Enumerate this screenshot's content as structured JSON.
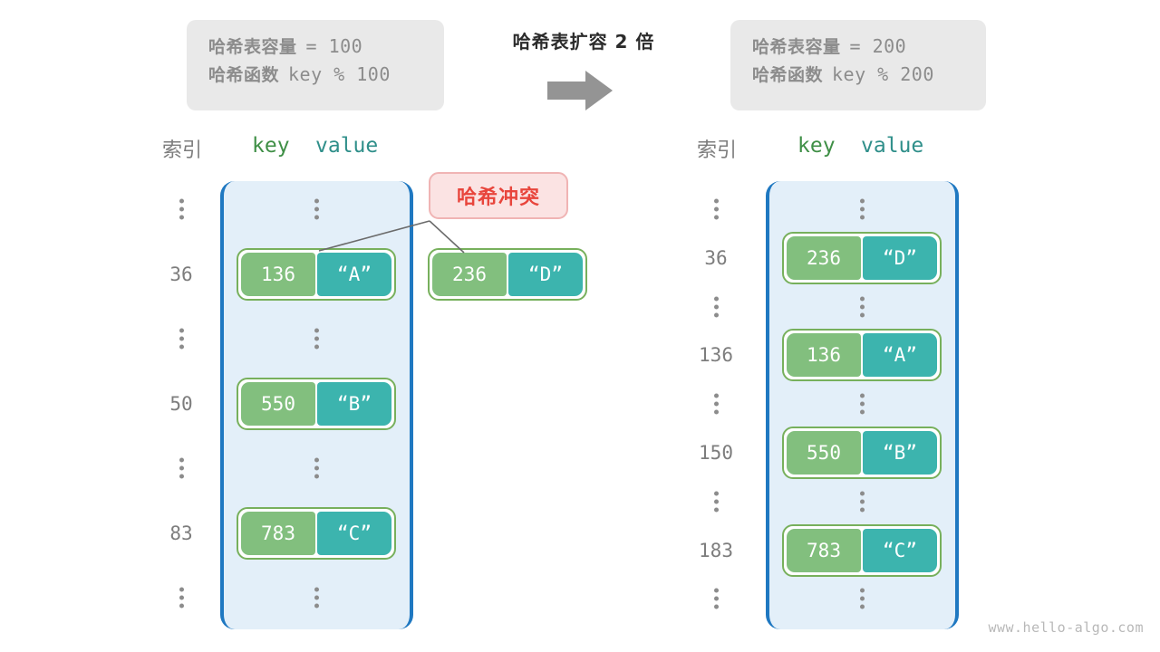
{
  "info_left": {
    "capacity_label": "哈希表容量",
    "capacity_value": "= 100",
    "function_label": "哈希函数",
    "function_value": "key % 100"
  },
  "info_right": {
    "capacity_label": "哈希表容量",
    "capacity_value": "= 200",
    "function_label": "哈希函数",
    "function_value": "key % 200"
  },
  "center": {
    "caption": "哈希表扩容 2 倍",
    "arrow_icon": "right-arrow-icon"
  },
  "headers": {
    "index": "索引",
    "key": "key",
    "value": "value"
  },
  "collision": {
    "label": "哈希冲突"
  },
  "left_table": {
    "rows": [
      {
        "index": "⋮",
        "type": "ellipsis"
      },
      {
        "index": "36",
        "type": "pair",
        "key": "136",
        "value": "“A”"
      },
      {
        "index": "⋮",
        "type": "ellipsis"
      },
      {
        "index": "50",
        "type": "pair",
        "key": "550",
        "value": "“B”"
      },
      {
        "index": "⋮",
        "type": "ellipsis"
      },
      {
        "index": "83",
        "type": "pair",
        "key": "783",
        "value": "“C”"
      },
      {
        "index": "⋮",
        "type": "ellipsis"
      }
    ]
  },
  "right_table": {
    "rows": [
      {
        "index": "⋮",
        "type": "ellipsis"
      },
      {
        "index": "36",
        "type": "pair",
        "key": "236",
        "value": "“D”"
      },
      {
        "index": "⋮",
        "type": "ellipsis"
      },
      {
        "index": "136",
        "type": "pair",
        "key": "136",
        "value": "“A”"
      },
      {
        "index": "⋮",
        "type": "ellipsis"
      },
      {
        "index": "150",
        "type": "pair",
        "key": "550",
        "value": "“B”"
      },
      {
        "index": "⋮",
        "type": "ellipsis"
      },
      {
        "index": "183",
        "type": "pair",
        "key": "783",
        "value": "“C”"
      },
      {
        "index": "⋮",
        "type": "ellipsis"
      }
    ]
  },
  "colliding_pair": {
    "key": "236",
    "value": "“D”"
  },
  "watermark": "www.hello-algo.com",
  "colors": {
    "key_fill": "#82bf7e",
    "value_fill": "#3cb4ae",
    "pair_border": "#77b05c",
    "table_fill": "#e3eff9",
    "table_bracket": "#1f78c1",
    "info_fill": "#e9e9e9",
    "collision_fill": "#fbe3e3",
    "collision_text": "#e8453c",
    "muted_text": "#7d7d7d"
  }
}
